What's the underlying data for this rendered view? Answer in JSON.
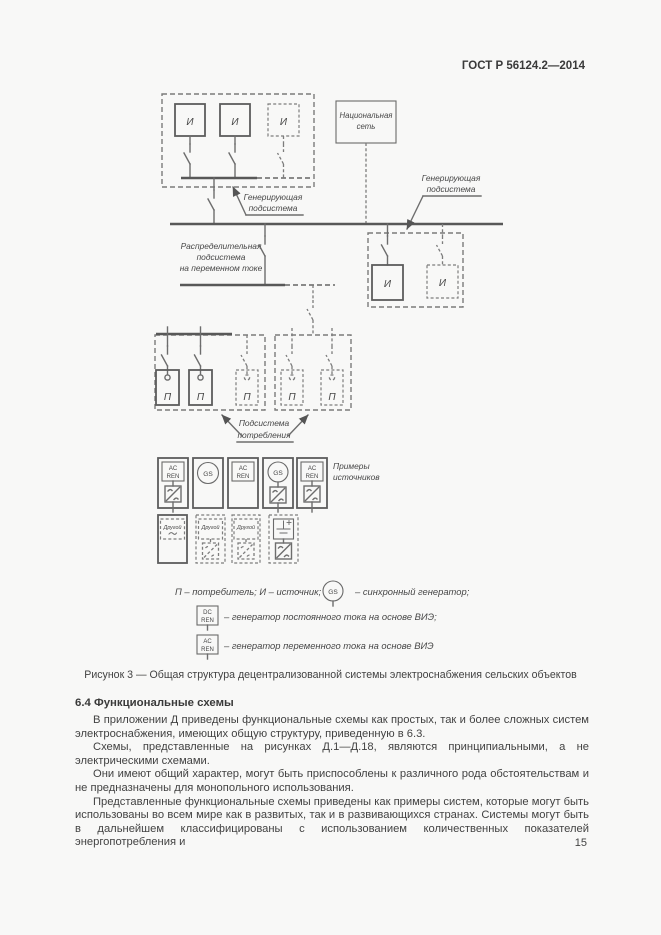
{
  "page": {
    "header": "ГОСТ Р 56124.2—2014",
    "number": "15"
  },
  "diagram": {
    "national_grid": {
      "l1": "Национальная",
      "l2": "сеть"
    },
    "gen_sub": {
      "l1": "Генерирующая",
      "l2": "подсистема"
    },
    "dist": {
      "l1": "Распределительная",
      "l2": "подсистема",
      "l3": "на переменном токе"
    },
    "consumption": {
      "l1": "Подсистема",
      "l2": "потребления"
    },
    "examples": {
      "l1": "Примеры",
      "l2": "источников"
    },
    "symbols": {
      "source": "И",
      "consumer": "П",
      "gs": "GS",
      "ac": "AC",
      "dc": "DC",
      "ren": "REN",
      "other": "Другой",
      "plus": "+"
    }
  },
  "legend": {
    "line1_a": "П – потребитель; И – источник;",
    "line1_b": "– синхронный генератор;",
    "line2": "– генератор постоянного тока на основе ВИЭ;",
    "line3": "– генератор переменного тока на основе ВИЭ"
  },
  "caption": "Рисунок 3 — Общая структура децентрализованной системы электроснабжения сельских объектов",
  "section": {
    "heading": "6.4 Функциональные схемы",
    "paragraphs": [
      "В приложении Д приведены функциональные схемы как простых, так и более сложных систем электроснабжения, имеющих общую структуру, приведенную в 6.3.",
      "Схемы, представленные на рисунках Д.1—Д.18, являются принципиальными, а не электрическими схемами.",
      "Они имеют общий характер, могут быть приспособлены к различного рода обстоятельствам и не предназначены для монопольного использования.",
      "Представленные функциональные схемы приведены как примеры систем, которые могут быть использованы во всем мире как в развитых, так и в развивающихся странах. Системы могут быть в дальнейшем классифицированы с использованием количественных показателей энергопотребления и"
    ]
  }
}
